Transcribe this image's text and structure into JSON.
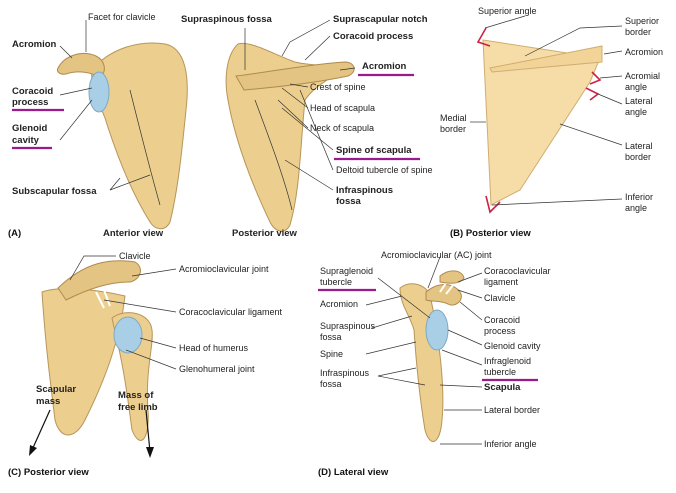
{
  "panelA": {
    "anterior": {
      "facet_for_clavicle": "Facet for clavicle",
      "acromion": "Acromion",
      "coracoid_line1": "Coracoid",
      "coracoid_line2": "process",
      "glenoid_line1": "Glenoid",
      "glenoid_line2": "cavity",
      "subscapular_fossa": "Subscapular fossa",
      "view": "Anterior view"
    },
    "posterior": {
      "supraspinous_fossa": "Supraspinous fossa",
      "suprascapular_notch": "Suprascapular notch",
      "coracoid_process": "Coracoid process",
      "acromion": "Acromion",
      "crest_of_spine": "Crest of spine",
      "head_of_scapula": "Head of scapula",
      "neck_of_scapula": "Neck of scapula",
      "spine_of_scapula": "Spine of scapula",
      "deltoid_tubercle": "Deltoid tubercle of spine",
      "infraspinous_line1": "Infraspinous",
      "infraspinous_line2": "fossa",
      "view": "Posterior view"
    },
    "caption": "(A)"
  },
  "panelB": {
    "superior_angle": "Superior angle",
    "superior_border_line1": "Superior",
    "superior_border_line2": "border",
    "acromion": "Acromion",
    "acromial_angle_line1": "Acromial",
    "acromial_angle_line2": "angle",
    "lateral_angle_line1": "Lateral",
    "lateral_angle_line2": "angle",
    "medial_border_line1": "Medial",
    "medial_border_line2": "border",
    "lateral_border_line1": "Lateral",
    "lateral_border_line2": "border",
    "inferior_angle_line1": "Inferior",
    "inferior_angle_line2": "angle",
    "caption": "(B) Posterior view"
  },
  "panelC": {
    "clavicle": "Clavicle",
    "acromioclavicular_joint": "Acromioclavicular joint",
    "coracoclavicular_ligament": "Coracoclavicular ligament",
    "head_of_humerus": "Head of humerus",
    "glenohumeral_joint": "Glenohumeral joint",
    "scapular_mass_line1": "Scapular",
    "scapular_mass_line2": "mass",
    "mass_free_limb_line1": "Mass of",
    "mass_free_limb_line2": "free limb",
    "caption": "(C) Posterior view"
  },
  "panelD": {
    "ac_joint": "Acromioclavicular (AC) joint",
    "supraglenoid_line1": "Supraglenoid",
    "supraglenoid_line2": "tubercle",
    "acromion": "Acromion",
    "supraspinous_line1": "Supraspinous",
    "supraspinous_line2": "fossa",
    "spine": "Spine",
    "infraspinous_line1": "Infraspinous",
    "infraspinous_line2": "fossa",
    "coracoclavicular_line1": "Coracoclavicular",
    "coracoclavicular_line2": "ligament",
    "clavicle": "Clavicle",
    "coracoid_line1": "Coracoid",
    "coracoid_line2": "process",
    "glenoid_cavity": "Glenoid cavity",
    "infraglenoid_line1": "Infraglenoid",
    "infraglenoid_line2": "tubercle",
    "scapula": "Scapula",
    "lateral_border": "Lateral border",
    "inferior_angle": "Inferior angle",
    "caption": "(D) Lateral view"
  },
  "colors": {
    "bone": "#eccf8e",
    "cartilage": "#a9cfe6",
    "highlight_underline": "#9b1b8f",
    "angle_marker": "#cc2244"
  }
}
